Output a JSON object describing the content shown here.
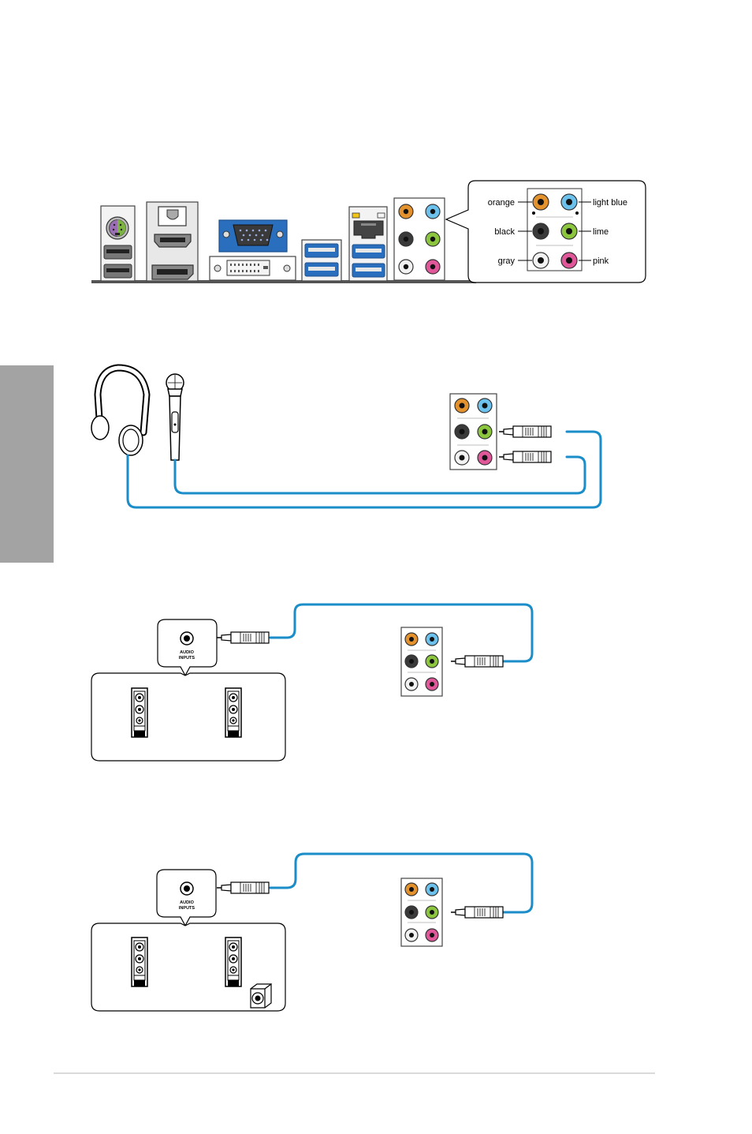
{
  "colors": {
    "orange": "#e3922d",
    "light_blue": "#6cc2ec",
    "black": "#3a3a3a",
    "lime": "#8cc63f",
    "gray": "#f2f2f2",
    "pink": "#e0579a",
    "cable": "#1b8ec9",
    "usb_blue": "#2a6fbe",
    "ps2_purple": "#9b6db5",
    "ps2_green": "#7cb342",
    "side_tab": "#a3a3a3"
  },
  "panel_legend": {
    "orange": "orange",
    "light_blue": "light blue",
    "black": "black",
    "lime": "lime",
    "gray": "gray",
    "pink": "pink"
  },
  "speaker_panels": [
    {
      "line1": "AUDIO",
      "line2": "INPUTS"
    },
    {
      "line1": "AUDIO",
      "line2": "INPUTS"
    }
  ],
  "icons": [
    "ps2-port-icon",
    "usb-port-icon",
    "optical-spdif-icon",
    "hdmi-port-icon",
    "vga-port-icon",
    "dvi-port-icon",
    "usb3-port-icon",
    "lan-port-icon",
    "audio-jack-icon",
    "headphone-icon",
    "microphone-icon",
    "audio-plug-icon",
    "speaker-icon",
    "subwoofer-icon"
  ]
}
